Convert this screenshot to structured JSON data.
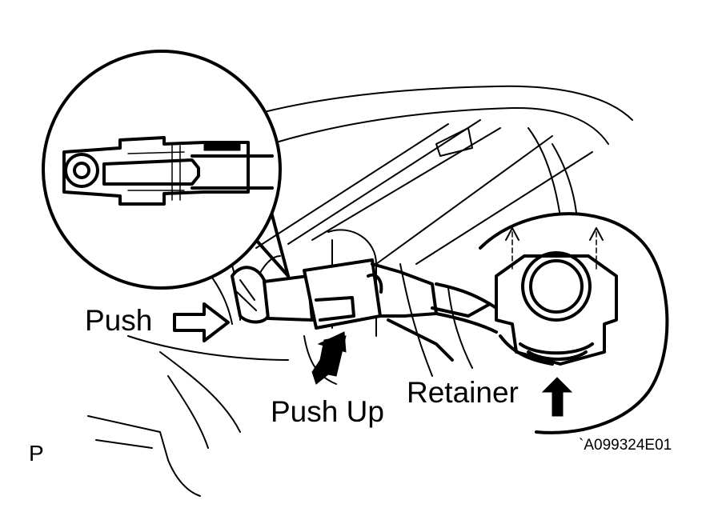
{
  "labels": {
    "push": "Push",
    "push_up": "Push Up",
    "retainer": "Retainer",
    "view_letter": "P",
    "figure_code": "`A099324E01"
  }
}
